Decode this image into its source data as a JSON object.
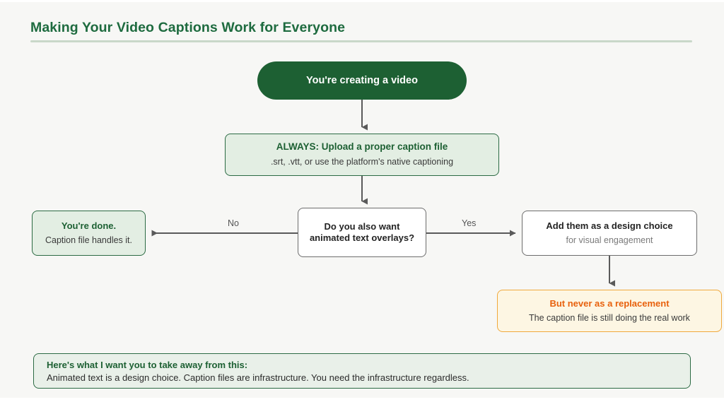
{
  "header": {
    "title": "Making Your Video Captions Work for Everyone",
    "accent_color": "#1e6b3f",
    "divider_color": "#c9d8c9"
  },
  "flowchart": {
    "background_color": "#f7f7f5",
    "nodes": {
      "start": {
        "title": "You're creating a video",
        "shape": "pill",
        "fill": "#1d6033",
        "text_color": "#ffffff"
      },
      "always": {
        "title": "ALWAYS: Upload a proper caption file",
        "subtitle": ".srt, .vtt, or use the platform's native captioning",
        "shape": "rounded-rect",
        "fill": "#e3eee3",
        "border": "#2c6b44",
        "title_color": "#1d6033"
      },
      "decision": {
        "title_line1": "Do you also want",
        "title_line2": "animated text overlays?",
        "shape": "rounded-rect",
        "fill": "#ffffff",
        "border": "#6d6d6d",
        "title_color": "#232323"
      },
      "done": {
        "title": "You're done.",
        "subtitle": "Caption file handles it.",
        "shape": "rounded-rect",
        "fill": "#e3eee3",
        "border": "#2c6b44",
        "title_color": "#1d6033"
      },
      "design_choice": {
        "title": "Add them as a design choice",
        "subtitle": "for visual engagement",
        "shape": "rounded-rect",
        "fill": "#ffffff",
        "border": "#6d6d6d",
        "title_color": "#232323",
        "subtitle_color": "#7a7a7a"
      },
      "warning": {
        "title": "But never as a replacement",
        "subtitle": "The caption file is still doing the real work",
        "shape": "rounded-rect",
        "fill": "#fdf6e3",
        "border": "#f0a93c",
        "title_color": "#e8610d"
      }
    },
    "edges": {
      "no_label": "No",
      "yes_label": "Yes",
      "line_color": "#5a5a5a"
    }
  },
  "takeaway": {
    "title": "Here's what I want you to take away from this:",
    "body": "Animated text is a design choice. Caption files are infrastructure. You need the infrastructure regardless.",
    "fill": "#e9f0e9",
    "border": "#2c6b44",
    "title_color": "#1d6033"
  }
}
